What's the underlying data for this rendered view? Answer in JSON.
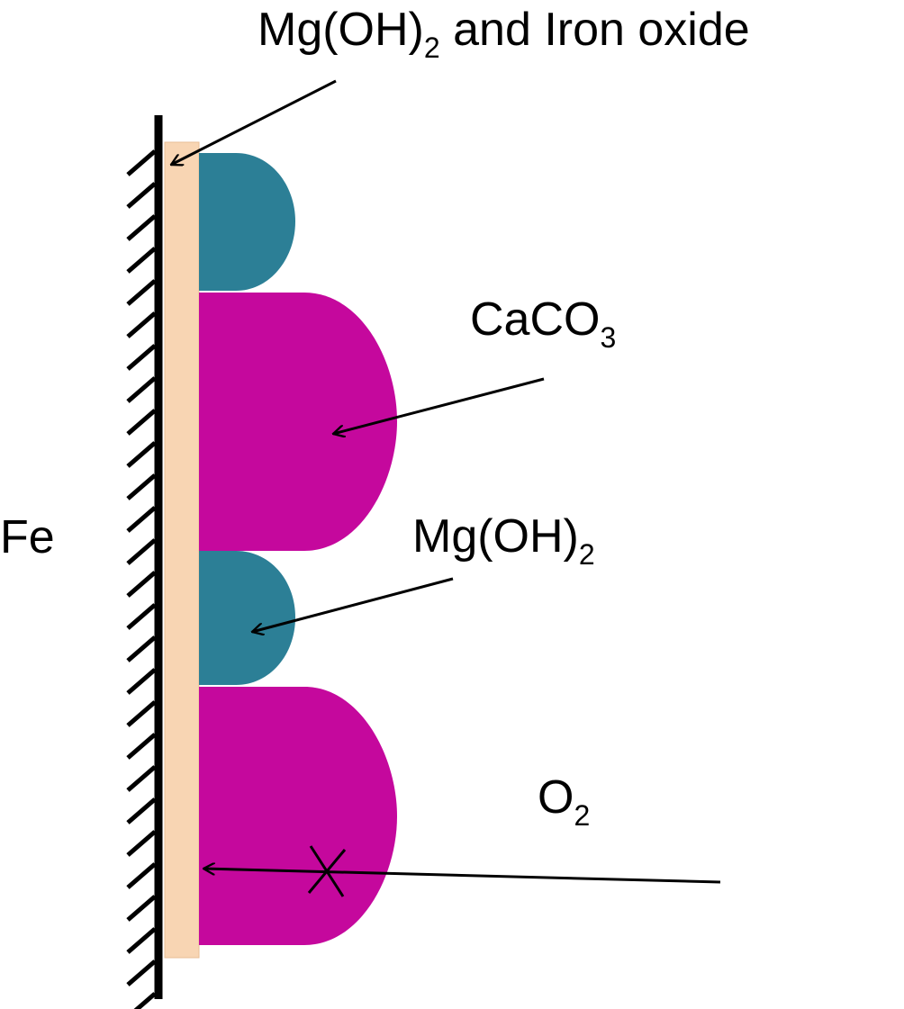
{
  "labels": {
    "top_main": "Mg(OH)",
    "top_sub": "2",
    "top_rest": " and Iron oxide",
    "caco3_main": "CaCO",
    "caco3_sub": "3",
    "mgoh_main": "Mg(OH)",
    "mgoh_sub": "2",
    "fe": "Fe",
    "o2_main": "O",
    "o2_sub": "2"
  },
  "colors": {
    "mg_oh2_deposit": "#2C7F96",
    "caco3_deposit": "#C5089D",
    "oxide_film": "#F8D5B3",
    "metal_line": "#000000"
  }
}
